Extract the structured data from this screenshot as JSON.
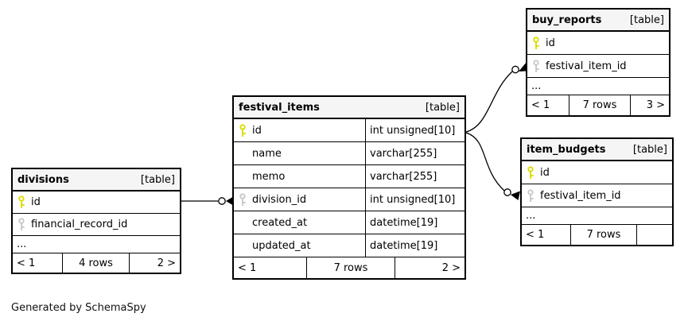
{
  "credit": "Generated by SchemaSpy",
  "colors": {
    "header_bg": "#f5f5f5",
    "border": "#000000",
    "primary_key": "#dcdc00",
    "foreign_key": "#c8c8c8",
    "background": "#ffffff"
  },
  "tables": {
    "divisions": {
      "name": "divisions",
      "tag": "[table]",
      "rows": [
        {
          "name": "id",
          "key": "primary"
        },
        {
          "name": "financial_record_id",
          "key": "foreign"
        }
      ],
      "more": "...",
      "pager": {
        "prev": "< 1",
        "rows": "4 rows",
        "next": "2 >"
      }
    },
    "festival_items": {
      "name": "festival_items",
      "tag": "[table]",
      "rows": [
        {
          "name": "id",
          "type": "int unsigned[10]",
          "key": "primary"
        },
        {
          "name": "name",
          "type": "varchar[255]",
          "key": "none"
        },
        {
          "name": "memo",
          "type": "varchar[255]",
          "key": "none"
        },
        {
          "name": "division_id",
          "type": "int unsigned[10]",
          "key": "foreign"
        },
        {
          "name": "created_at",
          "type": "datetime[19]",
          "key": "none"
        },
        {
          "name": "updated_at",
          "type": "datetime[19]",
          "key": "none"
        }
      ],
      "pager": {
        "prev": "< 1",
        "rows": "7 rows",
        "next": "2 >"
      }
    },
    "buy_reports": {
      "name": "buy_reports",
      "tag": "[table]",
      "rows": [
        {
          "name": "id",
          "key": "primary"
        },
        {
          "name": "festival_item_id",
          "key": "foreign"
        }
      ],
      "more": "...",
      "pager": {
        "prev": "< 1",
        "rows": "7 rows",
        "next": "3 >"
      }
    },
    "item_budgets": {
      "name": "item_budgets",
      "tag": "[table]",
      "rows": [
        {
          "name": "id",
          "key": "primary"
        },
        {
          "name": "festival_item_id",
          "key": "foreign"
        }
      ],
      "more": "...",
      "pager": {
        "prev": "< 1",
        "rows": "7 rows",
        "next": ""
      }
    }
  },
  "relationships": [
    {
      "from": "divisions.id",
      "to": "festival_items.division_id"
    },
    {
      "from": "festival_items.id",
      "to": "buy_reports.festival_item_id"
    },
    {
      "from": "festival_items.id",
      "to": "item_budgets.festival_item_id"
    }
  ]
}
